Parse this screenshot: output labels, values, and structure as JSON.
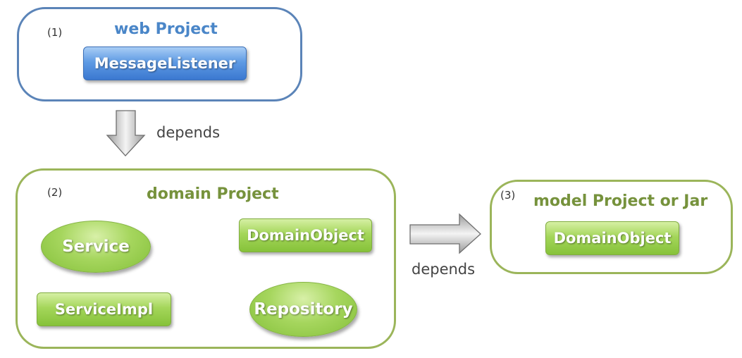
{
  "web": {
    "num": "(1)",
    "title": "web Project",
    "items": [
      "MessageListener"
    ]
  },
  "domain": {
    "num": "(2)",
    "title": "domain Project",
    "service": "Service",
    "domain_object": "DomainObject",
    "service_impl": "ServiceImpl",
    "repository": "Repository"
  },
  "model": {
    "num": "(3)",
    "title": "model Project or Jar",
    "items": [
      "DomainObject"
    ]
  },
  "arrows": {
    "down_label": "depends",
    "right_label": "depends"
  },
  "colors": {
    "blue_border": "#5b84b8",
    "green_border": "#9bb55a",
    "blue_title": "#4a86c8",
    "green_title": "#76923c"
  }
}
